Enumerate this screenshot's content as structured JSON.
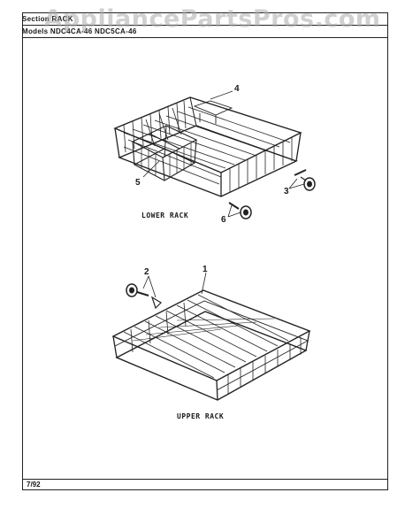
{
  "header": {
    "section_line": "Section  RACK",
    "models_line": "Models    NDC4CA-46   NDC5CA-46"
  },
  "watermark": "AppliancePartsPros.com",
  "diagram": {
    "lower_label": "LOWER RACK",
    "upper_label": "UPPER RACK",
    "callouts": [
      "1",
      "2",
      "3",
      "4",
      "5",
      "6"
    ]
  },
  "footer": {
    "date": "7/92"
  }
}
